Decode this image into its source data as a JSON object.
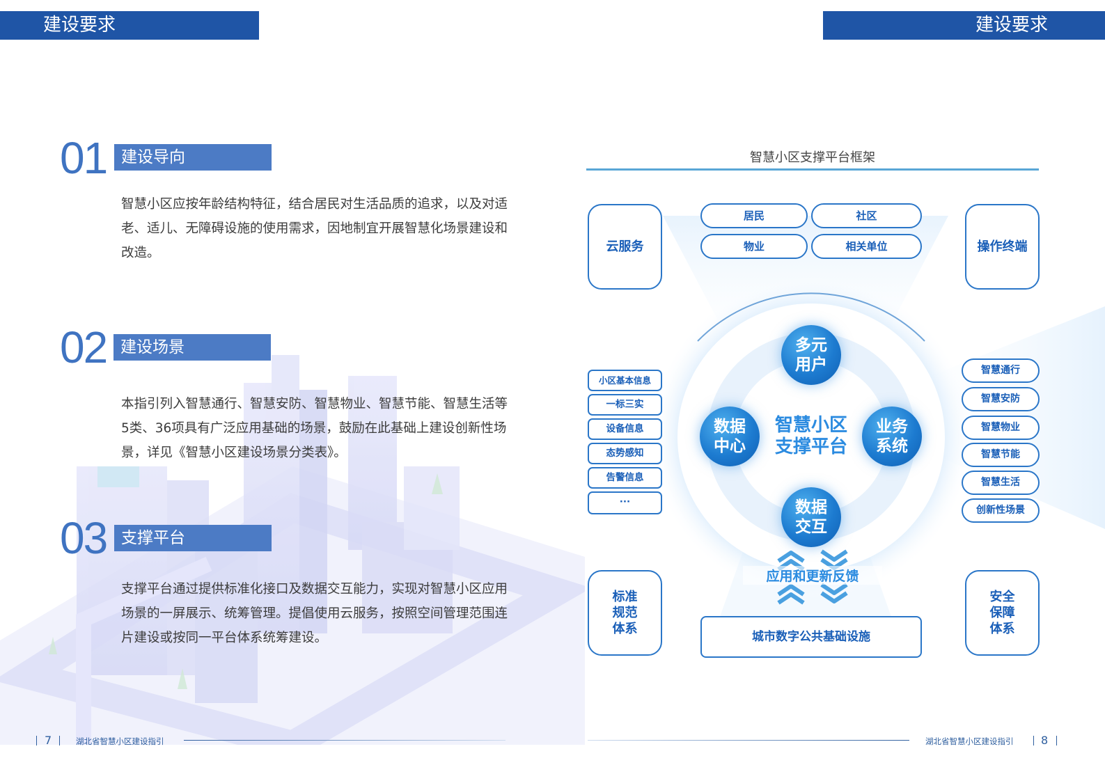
{
  "left_page": {
    "header_title": "建设要求",
    "sections": [
      {
        "number": "01",
        "title": "建设导向",
        "text": "智慧小区应按年龄结构特征，结合居民对生活品质的追求，以及对适老、适儿、无障碍设施的使用需求，因地制宜开展智慧化场景建设和改造。"
      },
      {
        "number": "02",
        "title": "建设场景",
        "text": "本指引列入智慧通行、智慧安防、智慧物业、智慧节能、智慧生活等5类、36项具有广泛应用基础的场景，鼓励在此基础上建设创新性场景，详见《智慧小区建设场景分类表》。"
      },
      {
        "number": "03",
        "title": "支撑平台",
        "text": "支撑平台通过提供标准化接口及数据交互能力，实现对智慧小区应用场景的一屏展示、统筹管理。提倡使用云服务，按照空间管理范围连片建设或按同一平台体系统筹建设。"
      }
    ],
    "page_number": "7",
    "footer_text": "湖北省智慧小区建设指引"
  },
  "right_page": {
    "header_title": "建设要求",
    "page_number": "8",
    "footer_text": "湖北省智慧小区建设指引"
  },
  "diagram": {
    "title": "智慧小区支撑平台框架",
    "corners": {
      "cloud": "云服务",
      "terminal": "操作终端",
      "standard": "标准\n规范\n体系",
      "security": "安全\n保障\n体系"
    },
    "users": [
      "居民",
      "社区",
      "物业",
      "相关单位"
    ],
    "left_tags": [
      "小区基本信息",
      "一标三实",
      "设备信息",
      "态势感知",
      "告警信息",
      "···"
    ],
    "right_tags": [
      "智慧通行",
      "智慧安防",
      "智慧物业",
      "智慧节能",
      "智慧生活",
      "创新性场景"
    ],
    "center": "智慧小区\n支撑平台",
    "nodes": {
      "top": "多元\n用户",
      "left": "数据\n中心",
      "right": "业务\n系统",
      "bottom": "数据\n交互"
    },
    "feedback": "应用和更新反馈",
    "infrastructure": "城市数字公共基础设施"
  }
}
